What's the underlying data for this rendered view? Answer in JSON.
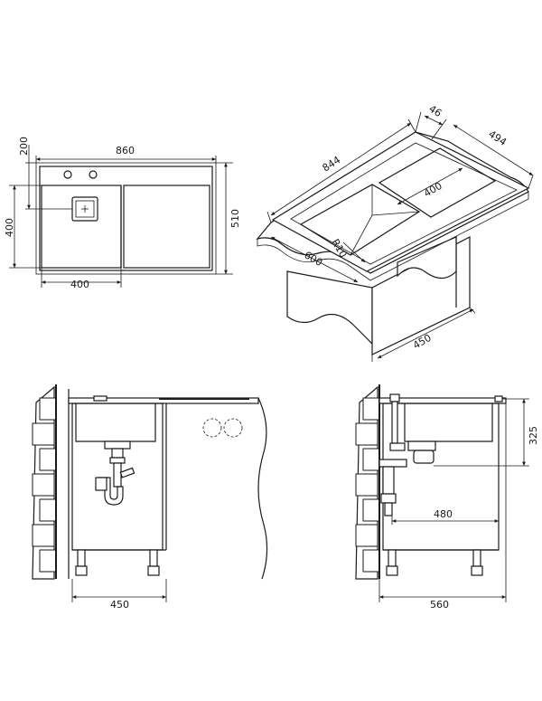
{
  "top_view": {
    "dim_width": "860",
    "dim_depth": "510",
    "dim_bowl_height": "400",
    "dim_tap_offset": "200",
    "dim_bowl_width": "400"
  },
  "iso_view": {
    "dim_length": "844",
    "dim_rim": "46",
    "dim_depth": "494",
    "dim_bowl_width": "400",
    "dim_cabinet": "600",
    "dim_radius": "R10",
    "dim_base": "450"
  },
  "front_view": {
    "dim_cabinet": "450"
  },
  "side_view": {
    "dim_height": "325",
    "dim_drain": "480",
    "dim_cabinet": "560"
  },
  "colors": {
    "line": "#1a1a1a",
    "background": "#ffffff"
  }
}
